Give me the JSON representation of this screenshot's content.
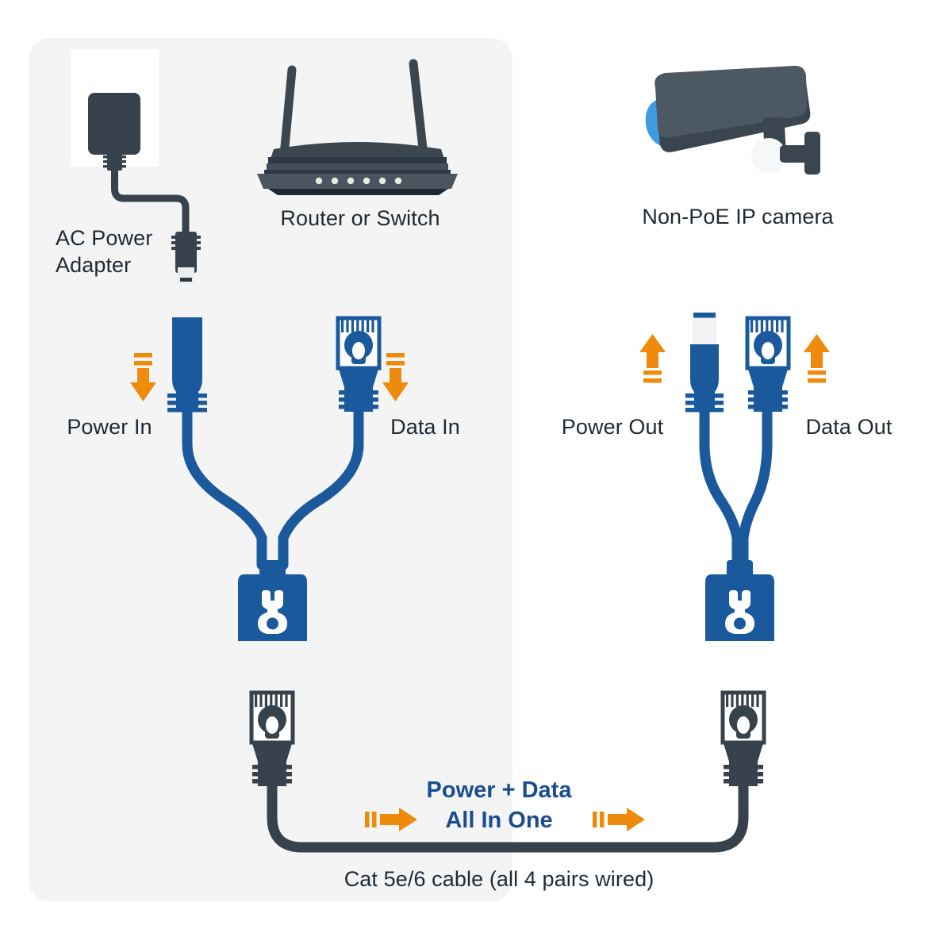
{
  "diagram": {
    "title_hidden": "",
    "panel": {
      "fill": "#f4f4f5",
      "radius": 26
    },
    "colors": {
      "background": "#ffffff",
      "panel": "#f4f4f5",
      "dark_slate": "#37424c",
      "dark_slate_deep": "#2d3944",
      "cable_blue": "#1a5a9c",
      "cable_blue_dark": "#134677",
      "accent_orange": "#ef8b0c",
      "text_dark": "#1f2933",
      "text_blue": "#1a4d8f",
      "lens_blue": "#3d9be0",
      "white": "#ffffff",
      "led_green": "#dff0e3"
    },
    "labels": {
      "ac_power_adapter_line1": "AC Power",
      "ac_power_adapter_line2": "Adapter",
      "router_or_switch": "Router or Switch",
      "non_poe_ip_camera": "Non-PoE IP camera",
      "power_in": "Power In",
      "data_in": "Data In",
      "power_out": "Power Out",
      "data_out": "Data Out",
      "power_data_line1": "Power + Data",
      "power_data_line2": "All In One",
      "cat_cable_caption": "Cat 5e/6 cable (all 4 pairs wired)"
    },
    "icons": {
      "ac_adapter": "ac-power-adapter-icon",
      "router": "router-icon",
      "camera": "ip-camera-icon",
      "injector": "poe-injector-splitter-icon",
      "splitter": "poe-splitter-icon",
      "ethernet_cable": "ethernet-cable-icon",
      "arrow_down": "arrow-down-icon",
      "arrow_up": "arrow-up-icon",
      "arrow_right": "arrow-right-icon",
      "rj45_plug": "rj45-plug-icon",
      "rj45_socket": "rj45-socket-icon",
      "dc_barrel_jack": "dc-barrel-jack-icon",
      "dc_barrel_plug": "dc-barrel-plug-icon"
    },
    "router_led_count": 6,
    "arrows": {
      "power_in_direction": "down",
      "data_in_direction": "down",
      "power_out_direction": "up",
      "data_out_direction": "up",
      "flow_direction": "right"
    }
  }
}
